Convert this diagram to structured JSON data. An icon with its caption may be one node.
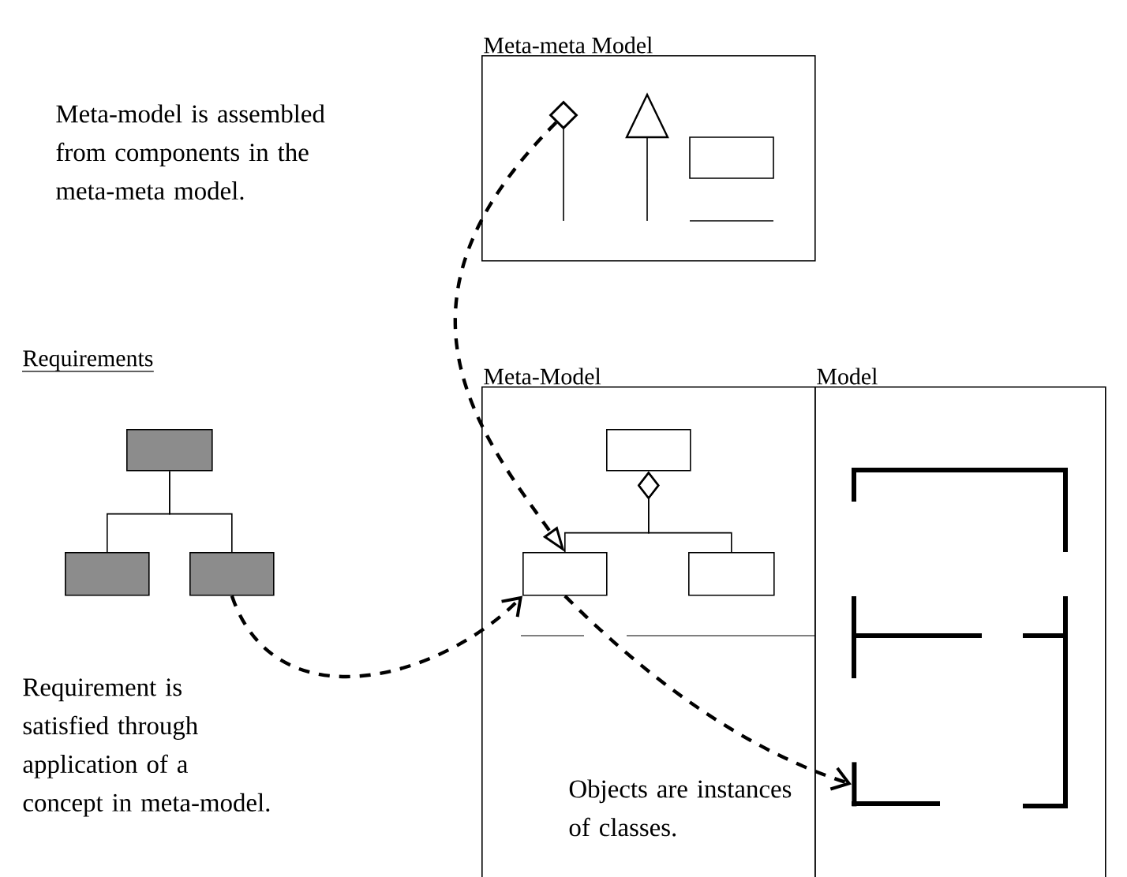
{
  "diagram": {
    "nodes": [
      {
        "text": [
          "Meta-meta Model"
        ]
      },
      {
        "text": [],
        "shape": "diamond",
        "in": 0
      },
      {
        "text": [
          "Meta-Model"
        ]
      },
      {
        "text": [
          "Model"
        ]
      },
      {
        "text": [],
        "shape": "box"
      },
      {
        "text": [],
        "shape": "box"
      },
      {
        "text": [],
        "shape": "box"
      },
      {
        "text": [],
        "shape": "box",
        "in": 2
      },
      {
        "text": [],
        "shape": "box",
        "in": 2
      },
      {
        "text": [],
        "shape": "box",
        "in": 2
      },
      {
        "text": [],
        "shape": "bar",
        "in": 3
      }
    ],
    "edges": [
      {
        "from": 1,
        "to": 8,
        "arrow": "to",
        "style": "dashed"
      },
      {
        "from": 6,
        "to": 8,
        "arrow": "to",
        "style": "dashed"
      },
      {
        "from": 8,
        "to": 10,
        "arrow": "to",
        "style": "dashed"
      },
      {
        "from": 4,
        "to": 5,
        "arrow": "none"
      },
      {
        "from": 4,
        "to": 6,
        "arrow": "none"
      },
      {
        "from": 7,
        "to": 8,
        "arrow": "other"
      },
      {
        "from": 7,
        "to": 9,
        "arrow": "other"
      }
    ],
    "labels": [
      "Meta-model is assembled from components in the meta-meta model.",
      "Requirements",
      "Requirement is satisfied through application of a concept in meta-model.",
      "Objects are instances of classes."
    ]
  }
}
